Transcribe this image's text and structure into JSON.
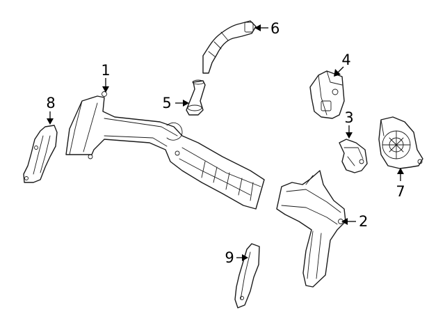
{
  "diagram": {
    "callouts": [
      {
        "id": "1",
        "label": "1"
      },
      {
        "id": "2",
        "label": "2"
      },
      {
        "id": "3",
        "label": "3"
      },
      {
        "id": "4",
        "label": "4"
      },
      {
        "id": "5",
        "label": "5"
      },
      {
        "id": "6",
        "label": "6"
      },
      {
        "id": "7",
        "label": "7"
      },
      {
        "id": "8",
        "label": "8"
      },
      {
        "id": "9",
        "label": "9"
      }
    ],
    "colors": {
      "line": "#1a1a1a",
      "background": "#ffffff"
    }
  }
}
